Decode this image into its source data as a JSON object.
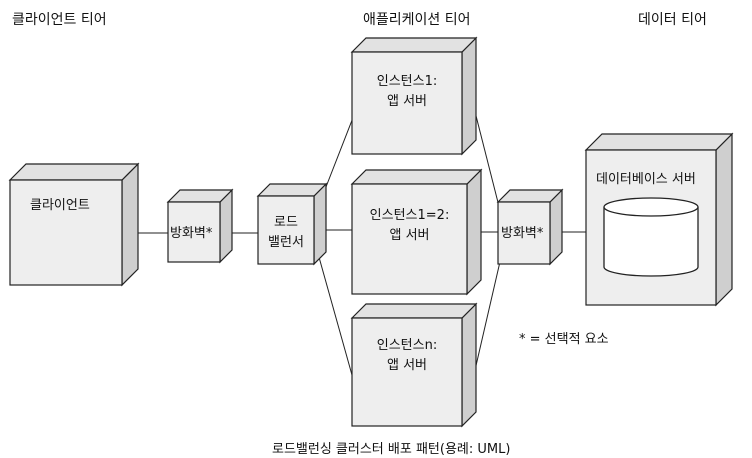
{
  "tiers": {
    "client": "클라이언트 티어",
    "application": "애플리케이션 티어",
    "data": "데이터 티어"
  },
  "nodes": {
    "client": "클라이언트",
    "firewall_left": "방화벽*",
    "load_balancer_line1": "로드",
    "load_balancer_line2": "밸런서",
    "instance1_line1": "인스턴스1:",
    "instance1_line2": "앱 서버",
    "instance2_line1": "인스턴스1=2:",
    "instance2_line2": "앱 서버",
    "instance3_line1": "인스턴스n:",
    "instance3_line2": "앱 서버",
    "firewall_right": "방화벽*",
    "db_server": "데이터베이스 서버"
  },
  "legend": "* = 선택적 요소",
  "caption": "로드밸런싱 클러스터 배포 패턴(용례: UML)",
  "colors": {
    "box_fill": "#eeeeee",
    "box_side": "#cfcfcf",
    "box_top": "#e2e2e2",
    "line": "#222222",
    "background": "#ffffff"
  }
}
